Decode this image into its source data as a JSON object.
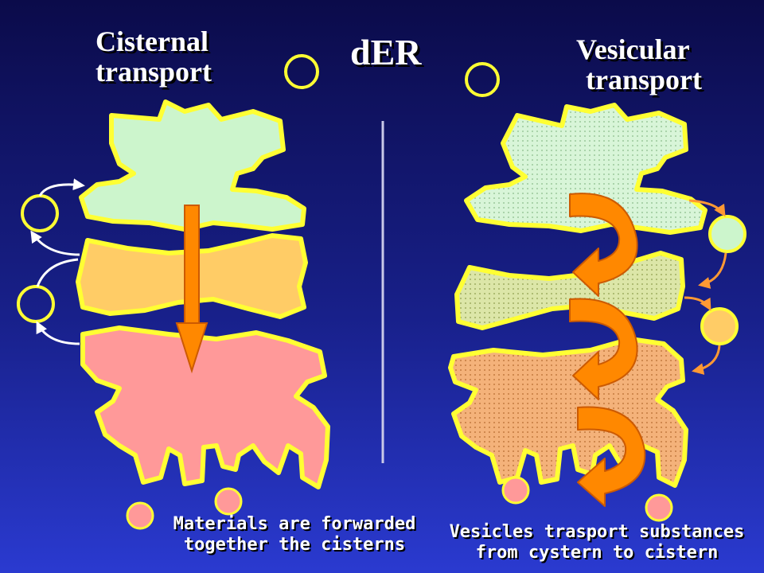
{
  "titles": {
    "left_line1": "Cisternal",
    "left_line2": "transport",
    "center": "dER",
    "right_line1": "Vesicular",
    "right_line2": "transport"
  },
  "captions": {
    "left_line1": "Materials are forwarded",
    "left_line2": "together the cisterns",
    "right_line1": "Vesicles trasport substances",
    "right_line2": "from cystern to cistern"
  },
  "colors": {
    "cis_cisterna": "#ccf5cc",
    "medial_cisterna": "#ffcc66",
    "trans_cisterna": "#ff9999",
    "outline": "#ffff33",
    "arrow": "#ff8800",
    "text": "#ffffff"
  }
}
